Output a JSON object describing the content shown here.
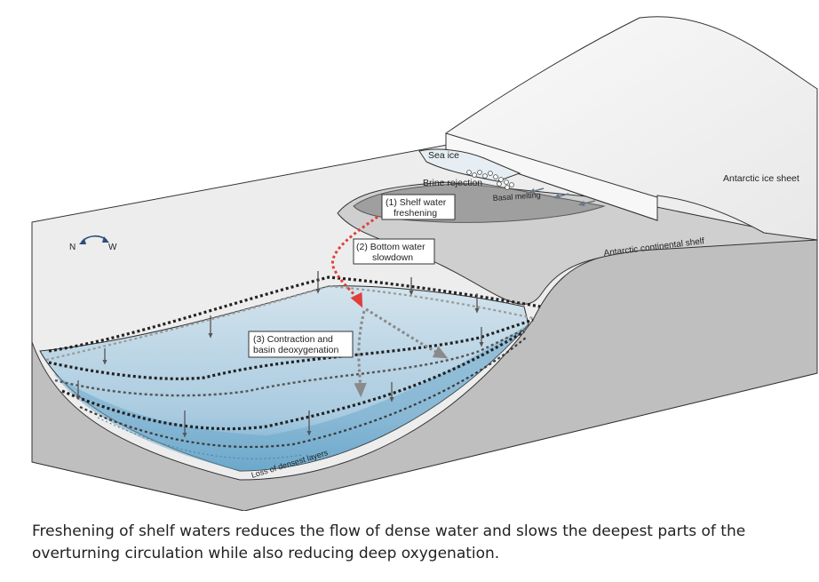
{
  "labels": {
    "sea_ice": "Sea ice",
    "brine_rejection": "Brine rejection",
    "basal_melting": "Basal melting",
    "ice_sheet": "Antarctic ice sheet",
    "shelf": "Antarctic continental shelf",
    "compass_n": "N",
    "compass_w": "W",
    "loss_layers": "Loss of densest layers"
  },
  "callouts": {
    "c1_line1": "(1) Shelf water",
    "c1_line2": "freshening",
    "c2_line1": "(2) Bottom water",
    "c2_line2": "slowdown",
    "c3_line1": "(3) Contraction and",
    "c3_line2": "basin deoxygenation"
  },
  "caption": "Freshening of shelf waters reduces the flow of dense water and slows the deepest parts of the overturning circulation while also reducing deep oxygenation.",
  "colors": {
    "water_light": "#c9dbe6",
    "water_deep": "#7fb3d1",
    "ground": "#bdbdbd",
    "ice": "#f2f2f2",
    "freshening_arrow": "#e0403a"
  }
}
